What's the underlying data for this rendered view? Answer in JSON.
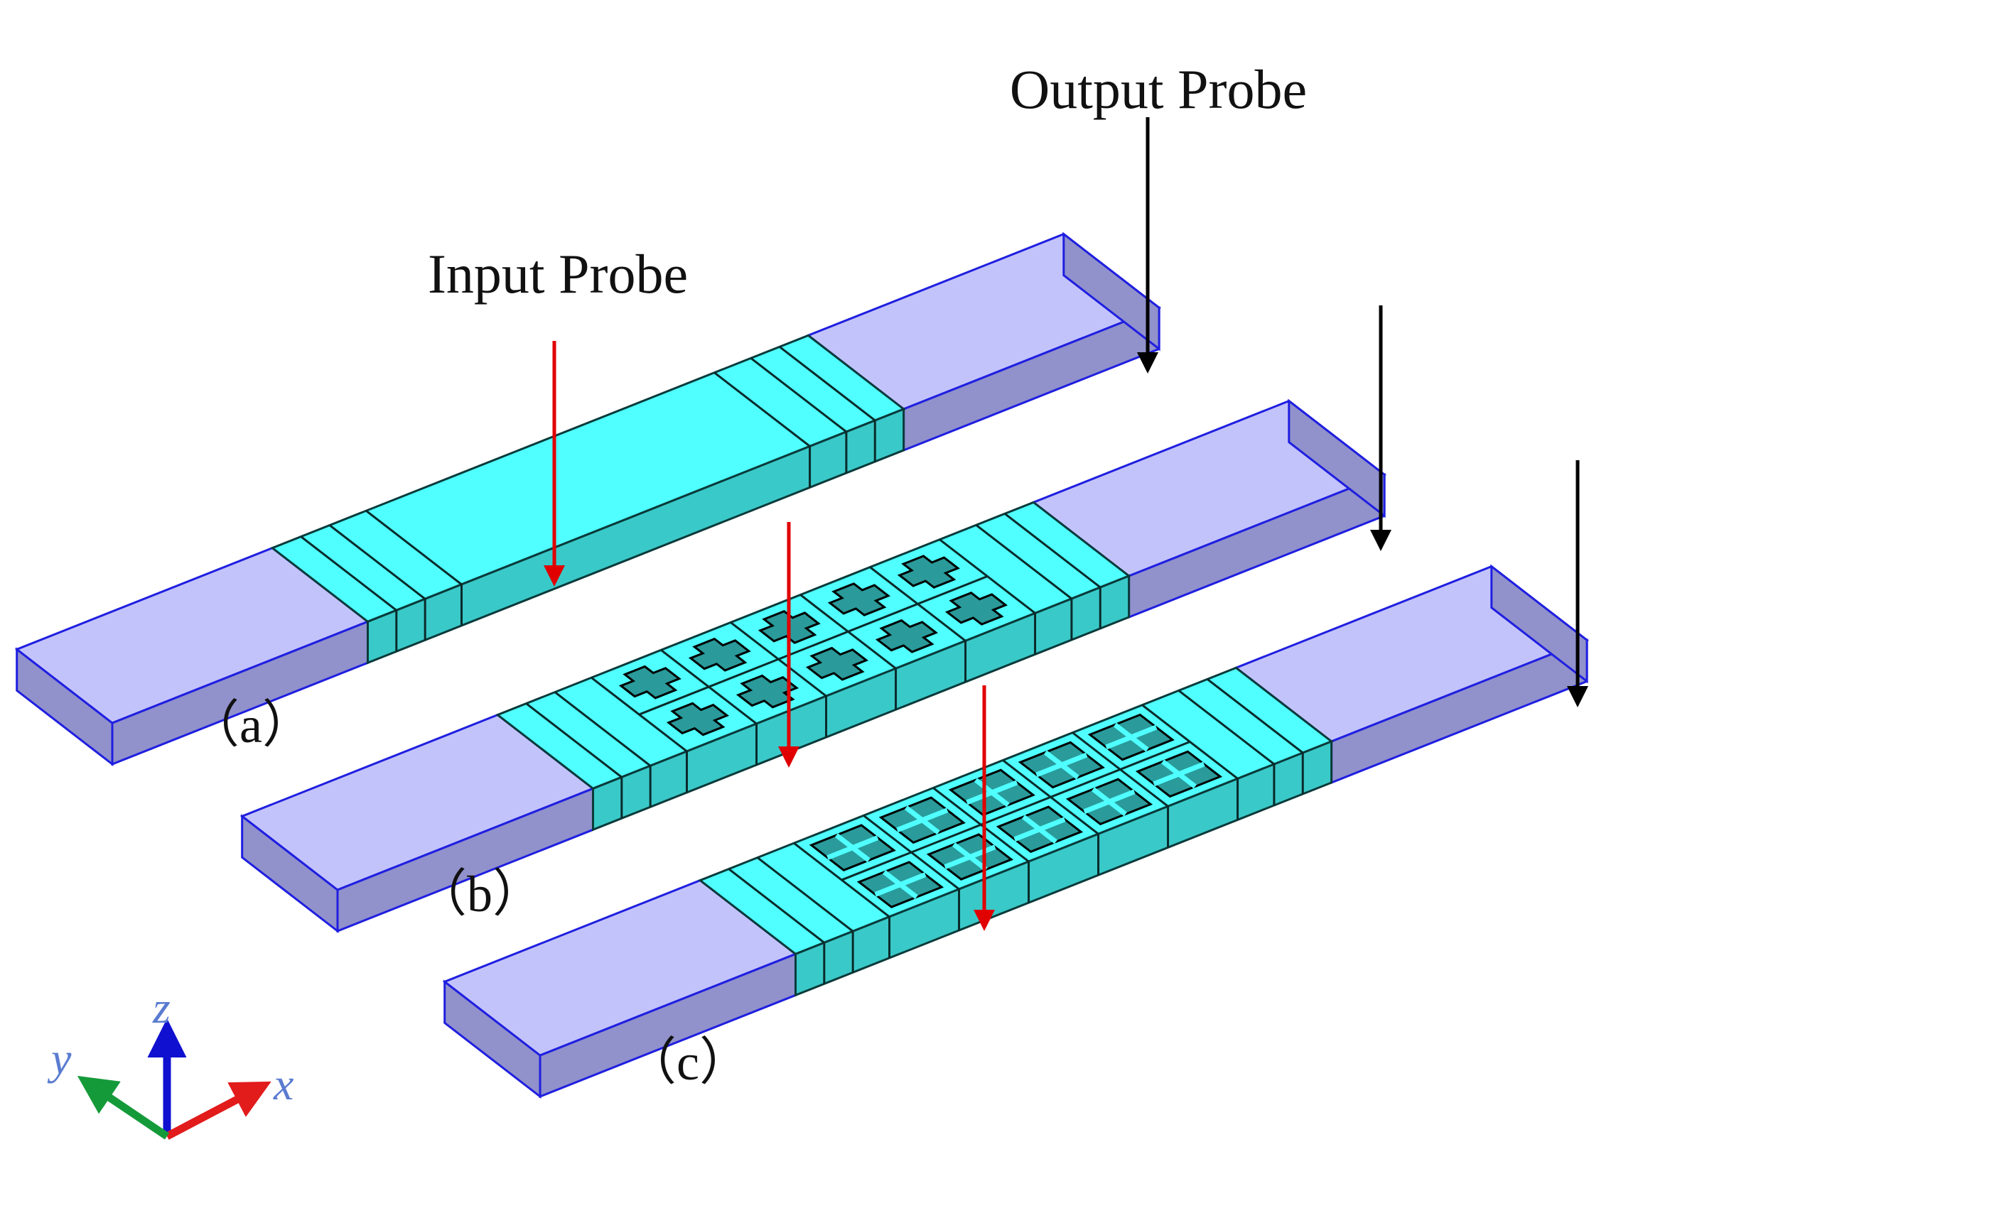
{
  "labels": {
    "output_probe": "Output Probe",
    "input_probe": "Input Probe",
    "panel_a": "（a）",
    "panel_b": "（b）",
    "panel_c": "（c）"
  },
  "axes": {
    "x": "x",
    "y": "y",
    "z": "z"
  },
  "colors": {
    "pml_top": "#c3c3fb",
    "pml_side": "#9191cc",
    "edge_blue": "#1f1fe0",
    "cyan_top": "#50ffff",
    "cyan_side": "#3ac9c9",
    "cell_line": "#0a2a2a",
    "hole": "#2a9a9a",
    "input_arrow": "#e00000",
    "output_arrow": "#000000",
    "axis_x": "#e21b1b",
    "axis_y": "#159a3a",
    "axis_z": "#1010d0",
    "axis_label": "#5a7bd0"
  },
  "icons": {
    "input_arrow": "red-down-arrow",
    "output_arrow": "black-down-arrow"
  }
}
